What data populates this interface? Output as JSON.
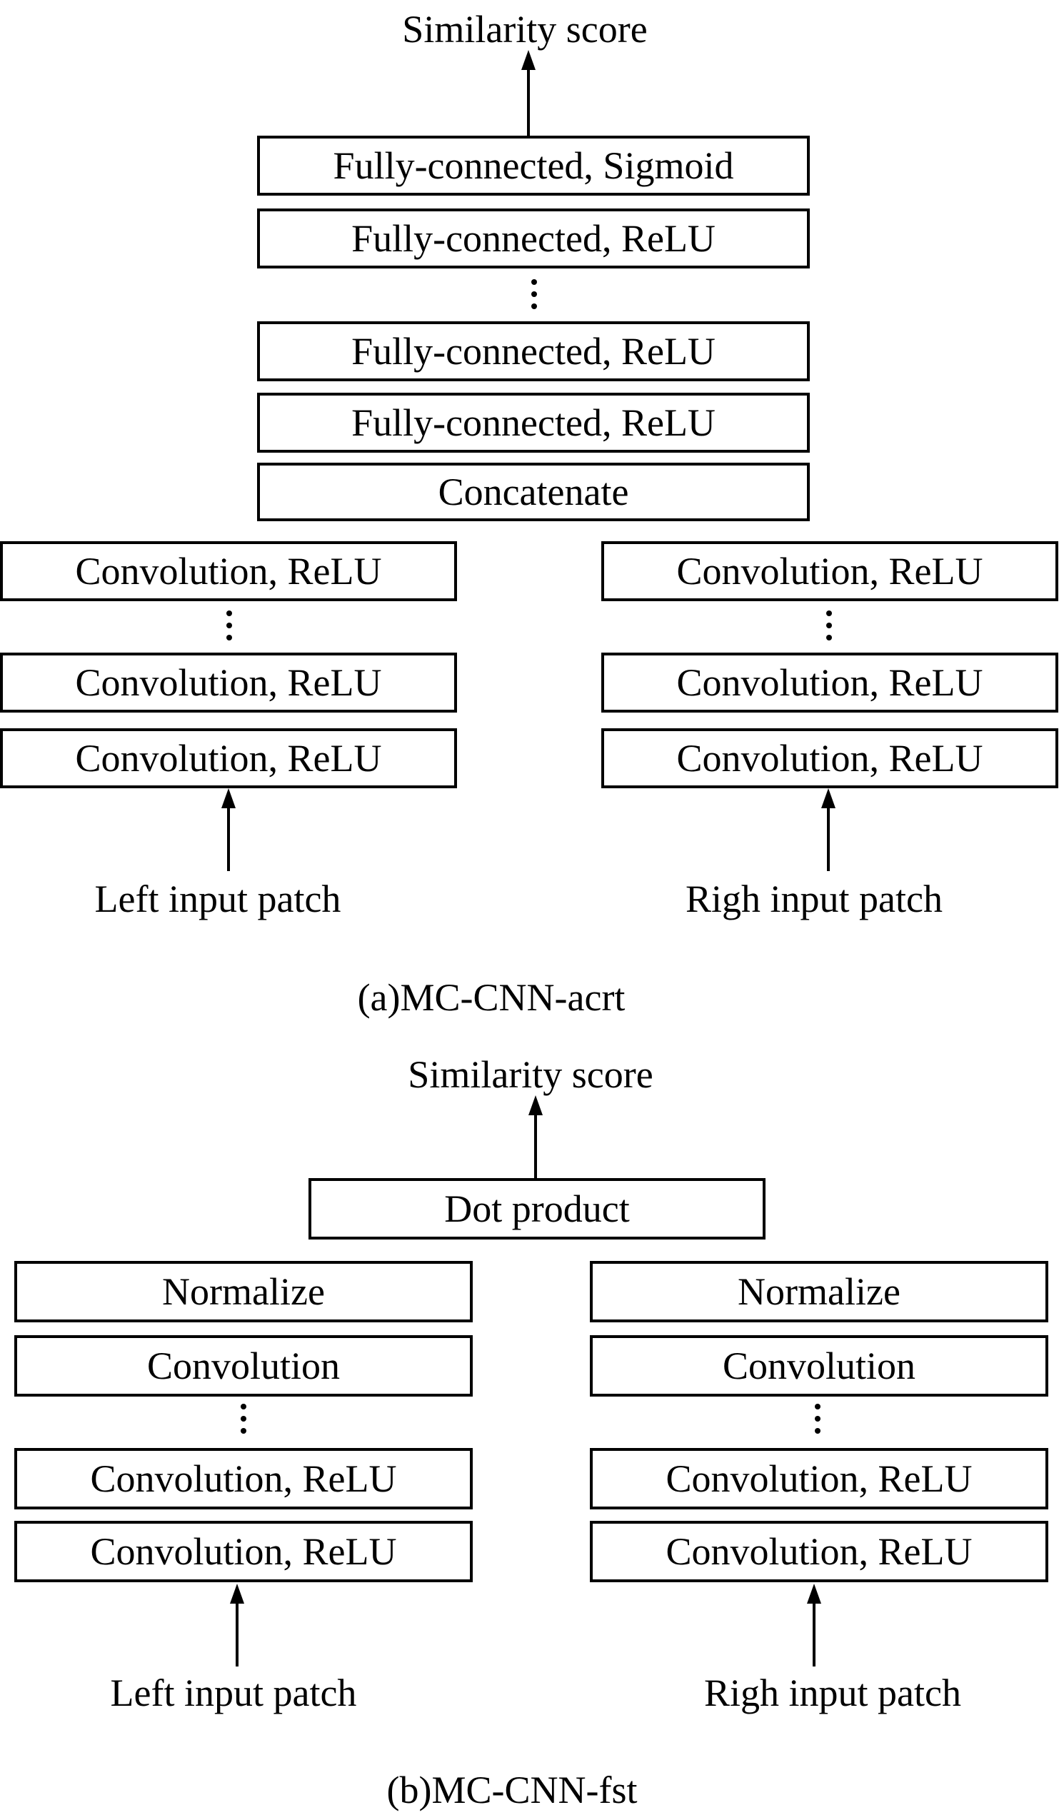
{
  "diagram_a": {
    "top_label": "Similarity score",
    "head_layers": {
      "fc_sigmoid": "Fully-connected, Sigmoid",
      "fc_relu_upper": "Fully-connected, ReLU",
      "fc_relu_mid": "Fully-connected, ReLU",
      "fc_relu_lower": "Fully-connected, ReLU",
      "concatenate": "Concatenate"
    },
    "left_branch": {
      "layers": [
        "Convolution, ReLU",
        "Convolution, ReLU",
        "Convolution, ReLU"
      ],
      "input_label": "Left input patch"
    },
    "right_branch": {
      "layers": [
        "Convolution, ReLU",
        "Convolution, ReLU",
        "Convolution, ReLU"
      ],
      "input_label": "Righ input patch"
    },
    "caption": "(a)MC-CNN-acrt"
  },
  "diagram_b": {
    "top_label": "Similarity score",
    "dot_product": "Dot product",
    "left_branch": {
      "layers": [
        "Normalize",
        "Convolution",
        "Convolution, ReLU",
        "Convolution, ReLU"
      ],
      "input_label": "Left input patch"
    },
    "right_branch": {
      "layers": [
        "Normalize",
        "Convolution",
        "Convolution, ReLU",
        "Convolution, ReLU"
      ],
      "input_label": "Righ input patch"
    },
    "caption": "(b)MC-CNN-fst"
  }
}
